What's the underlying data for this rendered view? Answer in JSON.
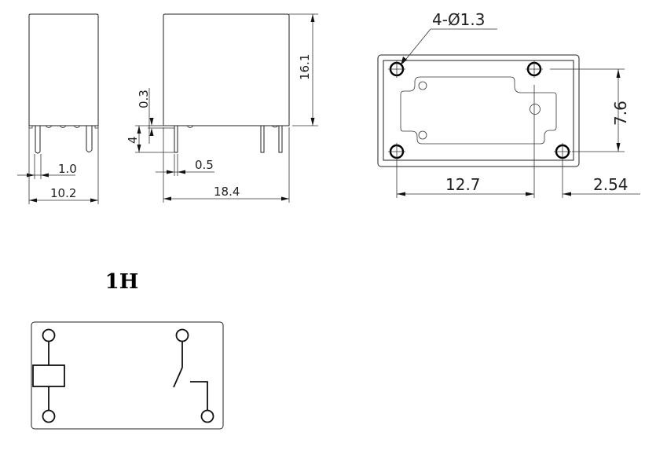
{
  "side_view_narrow": {
    "pin_width_label": "1.0",
    "body_width_label": "10.2"
  },
  "side_view_wide": {
    "height_label": "16.1",
    "standoff_label": "0.3",
    "pin_length_label": "4",
    "pin_thickness_label": "0.5",
    "body_length_label": "18.4"
  },
  "pcb_footprint": {
    "hole_callout_label": "4-Ø1.3",
    "row_spacing_label": "7.6",
    "coil_to_contact_label": "12.7",
    "contact_offset_label": "2.54"
  },
  "schematic": {
    "title": "1H"
  },
  "colors": {
    "line": "#222222",
    "background": "#ffffff"
  }
}
